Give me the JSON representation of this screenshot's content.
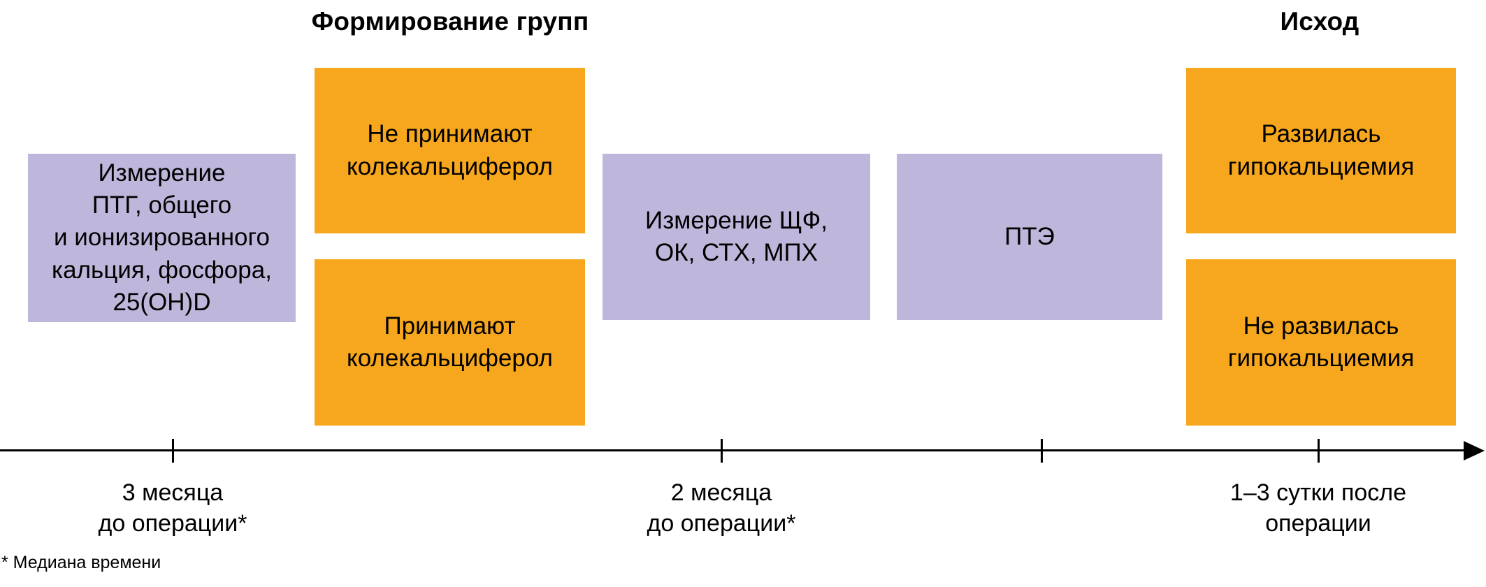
{
  "figure": {
    "headers": {
      "group_formation": "Формирование групп",
      "outcome": "Исход"
    },
    "boxes": {
      "baseline_measurement": "Измерение\nПТГ, общего\nи ионизированного\nкальция, фосфора,\n25(OH)D",
      "no_cholecalciferol": "Не принимают\nколекальциферол",
      "cholecalciferol": "Принимают\nколекальциферол",
      "preop_measurement": "Измерение ЩФ,\nОК, СТХ, МПХ",
      "surgery": "ПТЭ",
      "hypocalcemia_developed": "Развилась\nгипокальциемия",
      "hypocalcemia_not_developed": "Не развилась\nгипокальциемия"
    },
    "timeline": {
      "tick_labels": [
        "3 месяца\nдо операции*",
        "2 месяца\nдо операции*",
        "1–3 сутки после\nоперации"
      ]
    },
    "footnote": "* Медиана времени",
    "colors": {
      "purple": "#BFB6DB",
      "orange": "#F7A71D",
      "line": "#000000"
    }
  }
}
